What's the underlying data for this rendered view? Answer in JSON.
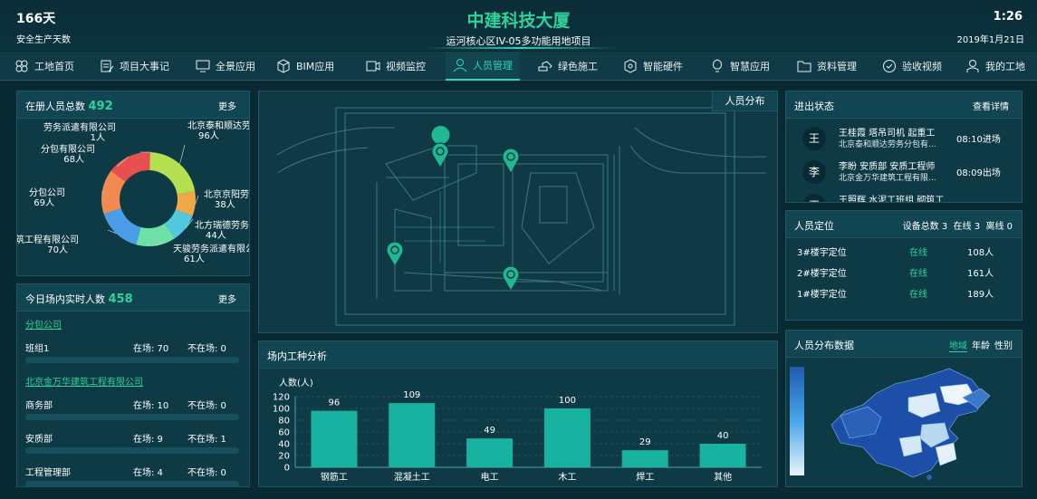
{
  "header": {
    "safe_days": "166天",
    "safe_days_label": "安全生产天数",
    "title": "中建科技大厦",
    "subtitle": "运河核心区IV-05多功能用地项目",
    "time": "1:26",
    "date": "2019年1月21日"
  },
  "nav": [
    {
      "label": "工地首页",
      "icon": "dashboard-icon"
    },
    {
      "label": "项目大事记",
      "icon": "document-edit-icon"
    },
    {
      "label": "全景应用",
      "icon": "monitor-icon"
    },
    {
      "label": "BIM应用",
      "icon": "cube-icon"
    },
    {
      "label": "视频监控",
      "icon": "video-icon"
    },
    {
      "label": "人员管理",
      "icon": "user-icon",
      "active": true
    },
    {
      "label": "绿色施工",
      "icon": "excavator-icon"
    },
    {
      "label": "智能硬件",
      "icon": "hardware-icon"
    },
    {
      "label": "智慧应用",
      "icon": "bulb-icon"
    },
    {
      "label": "资料管理",
      "icon": "folder-icon"
    },
    {
      "label": "验收视频",
      "icon": "check-icon"
    },
    {
      "label": "我的工地",
      "icon": "person-icon"
    }
  ],
  "registered": {
    "title": "在册人员总数",
    "total": "492",
    "more": "更多",
    "chart_data": {
      "type": "pie",
      "slices": [
        {
          "label": "北京泰和顺达劳",
          "value": 96,
          "value_label": "96人",
          "color": "#b4e04f"
        },
        {
          "label": "北京京阳劳",
          "value": 38,
          "value_label": "38人",
          "color": "#f0a848"
        },
        {
          "label": "北方瑞德劳务",
          "value": 44,
          "value_label": "44人",
          "color": "#4fc8e0"
        },
        {
          "label": "天骏劳务派遣有限公",
          "value": 61,
          "value_label": "61人",
          "color": "#6fe0a8"
        },
        {
          "label": "筑工程有限公司",
          "value": 70,
          "value_label": "70人",
          "color": "#4a9ee8"
        },
        {
          "label": "分包公司",
          "value": 69,
          "value_label": "69人",
          "color": "#f08a50"
        },
        {
          "label": "分包有限公司",
          "value": 68,
          "value_label": "68人",
          "color": "#e8504f"
        },
        {
          "label": "劳务派遣有限公司",
          "value": 1,
          "value_label": "1人",
          "color": "#e8d24f"
        }
      ]
    }
  },
  "onsite": {
    "title": "今日场内实时人数",
    "total": "458",
    "more": "更多",
    "groups": [
      {
        "company": "分包公司",
        "rows": [
          {
            "name": "班组1",
            "in": "在场: 70",
            "out": "不在场: 0"
          }
        ]
      },
      {
        "company": "北京金万华建筑工程有限公司",
        "rows": [
          {
            "name": "商务部",
            "in": "在场: 10",
            "out": "不在场: 0"
          },
          {
            "name": "安质部",
            "in": "在场: 9",
            "out": "不在场: 1"
          },
          {
            "name": "工程管理部",
            "in": "在场: 4",
            "out": "不在场: 0"
          }
        ]
      }
    ]
  },
  "map_panel": {
    "tab": "人员分布"
  },
  "worktype": {
    "title": "场内工种分析",
    "chart_data": {
      "type": "bar",
      "categories": [
        "钢筋工",
        "混凝土工",
        "电工",
        "木工",
        "焊工",
        "其他"
      ],
      "values": [
        96,
        109,
        49,
        100,
        29,
        40
      ],
      "ylabel": "人数(人)",
      "ylim": [
        0,
        120
      ],
      "yticks": [
        "0",
        "20",
        "40",
        "60",
        "80",
        "100",
        "120"
      ],
      "color": "#17b3a0"
    }
  },
  "access": {
    "title": "进出状态",
    "more": "查看详情",
    "records": [
      {
        "avatar": "王",
        "line1": "王桂霞 塔吊司机 起重工",
        "line2": "北京泰和顺达劳务分包有...",
        "time": "08:10进场"
      },
      {
        "avatar": "李",
        "line1": "李盼 安质部 安质工程师",
        "line2": "北京金万华建筑工程有限...",
        "time": "08:09出场"
      },
      {
        "avatar": "王",
        "line1": "王照辉 水泥工班组 砌筑工",
        "line2": "",
        "time": ""
      }
    ]
  },
  "positioning": {
    "title": "人员定位",
    "summary": "设备总数 3  在线 3  离线 0",
    "rows": [
      {
        "name": "3#楼宇定位",
        "status": "在线",
        "count": "108人"
      },
      {
        "name": "2#楼宇定位",
        "status": "在线",
        "count": "161人"
      },
      {
        "name": "1#楼宇定位",
        "status": "在线",
        "count": "189人"
      }
    ]
  },
  "distribution": {
    "title": "人员分布数据",
    "tabs": [
      "地域",
      "年龄",
      "性别"
    ]
  }
}
